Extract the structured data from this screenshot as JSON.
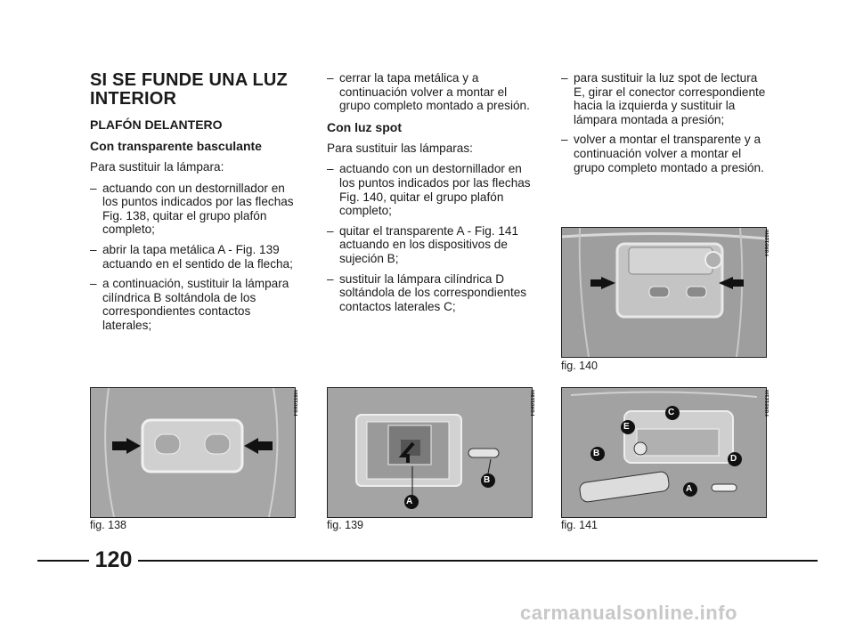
{
  "page": {
    "title": "SI SE FUNDE UNA LUZ INTERIOR",
    "section": "PLAFÓN DELANTERO",
    "subsection1": "Con transparente basculante",
    "intro1": "Para sustituir la lámpara:",
    "col1_items": [
      "actuando con un destornillador en los puntos indicados por las flechas Fig. 138, quitar el grupo plafón completo;",
      "abrir la tapa metálica A - Fig. 139 actuando en el sentido de la flecha;",
      "a continuación, sustituir la lámpara cilíndrica B soltándola de los correspondientes contactos laterales;"
    ],
    "col2_item_first": "cerrar la tapa metálica y a continuación volver a montar el grupo completo montado a presión.",
    "subsection2": "Con luz spot",
    "intro2": "Para sustituir las lámparas:",
    "col2_items": [
      "actuando con un destornillador en los puntos indicados por las flechas Fig. 140, quitar el grupo plafón completo;",
      "quitar el transparente A - Fig. 141 actuando en los dispositivos de sujeción B;",
      "sustituir la lámpara cilíndrica D soltándola de los correspondientes contactos laterales C;"
    ],
    "col3_items": [
      "para sustituir la luz spot de lectura E, girar el conector correspondiente hacia la izquierda y sustituir la lámpara montada a presión;",
      "volver a montar el transparente y a continuación volver a montar el grupo completo montado a presión."
    ],
    "page_number": "120",
    "watermark": "carmanualsonline.info"
  },
  "figures": {
    "fig138": {
      "caption": "fig. 138",
      "code": "F0X0118m"
    },
    "fig139": {
      "caption": "fig. 139",
      "code": "F0X0119m",
      "labels": [
        "A",
        "B"
      ]
    },
    "fig140": {
      "caption": "fig. 140",
      "code": "F0X0120m"
    },
    "fig141": {
      "caption": "fig. 141",
      "code": "F0X0121m",
      "labels": [
        "A",
        "B",
        "C",
        "D",
        "E"
      ]
    }
  }
}
